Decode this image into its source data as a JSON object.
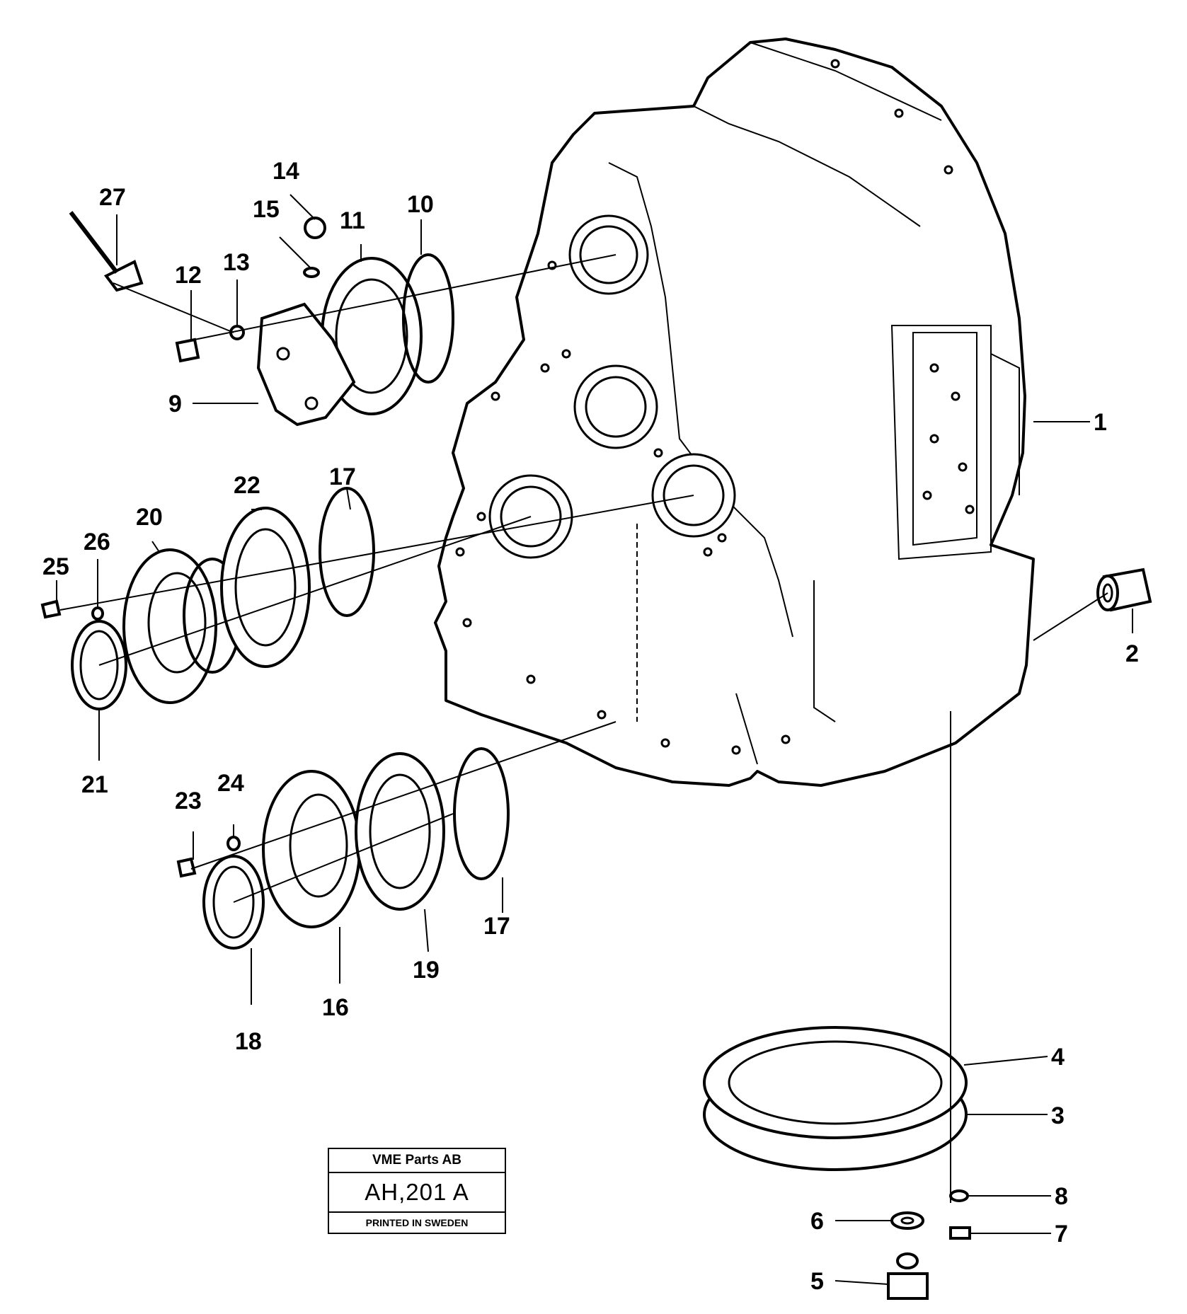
{
  "callouts": [
    "1",
    "2",
    "3",
    "4",
    "5",
    "6",
    "7",
    "8",
    "9",
    "10",
    "11",
    "12",
    "13",
    "14",
    "15",
    "16",
    "17",
    "17",
    "18",
    "19",
    "20",
    "21",
    "22",
    "23",
    "24",
    "25",
    "26",
    "27"
  ],
  "title_block": {
    "company": "VME Parts AB",
    "drawing_number": "AH,201 A",
    "printed": "PRINTED IN SWEDEN"
  }
}
